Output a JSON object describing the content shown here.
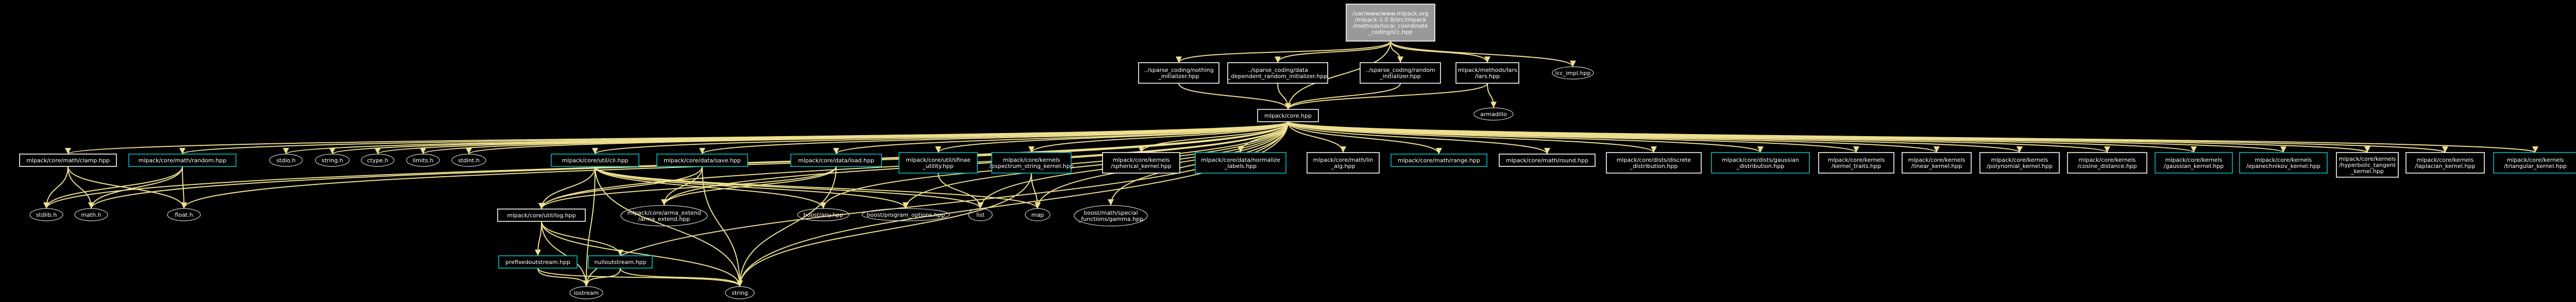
{
  "colors": {
    "background": "#000000",
    "edge": "#eddf8f",
    "root_fill": "#999999",
    "node_border": "#ffffff",
    "linked_node_border": "#00bfbf",
    "external_border": "#c8c8c8",
    "label": "#ffffff"
  },
  "nodes": [
    {
      "id": "root",
      "lines": [
        "/var/www/www.mlpack.org",
        "/mlpack-1.0.8/src/mlpack",
        "/methods/local_coordinate",
        "_coding/lcc.hpp"
      ],
      "kind": "root"
    },
    {
      "id": "lars_hpp",
      "lines": [
        "mlpack/methods/lars",
        "/lars.hpp"
      ],
      "kind": "node"
    },
    {
      "id": "lcc_impl",
      "lines": [
        "lcc_impl.hpp"
      ],
      "kind": "ext"
    },
    {
      "id": "sc_nothing",
      "lines": [
        "../sparse_coding/nothing",
        "_initializer.hpp"
      ],
      "kind": "node"
    },
    {
      "id": "sc_data_dep",
      "lines": [
        "../sparse_coding/data",
        "_dependent_random_initializer.hpp"
      ],
      "kind": "node"
    },
    {
      "id": "sc_random",
      "lines": [
        "../sparse_coding/random",
        "_initializer.hpp"
      ],
      "kind": "node"
    },
    {
      "id": "armadillo",
      "lines": [
        "armadillo"
      ],
      "kind": "ext"
    },
    {
      "id": "core",
      "lines": [
        "mlpack/core.hpp"
      ],
      "kind": "node"
    },
    {
      "id": "clamp",
      "lines": [
        "mlpack/core/math/clamp.hpp"
      ],
      "kind": "node"
    },
    {
      "id": "random",
      "lines": [
        "mlpack/core/math/random.hpp"
      ],
      "kind": "link"
    },
    {
      "id": "stdio",
      "lines": [
        "stdio.h"
      ],
      "kind": "ext"
    },
    {
      "id": "string_h",
      "lines": [
        "string.h"
      ],
      "kind": "ext"
    },
    {
      "id": "ctype",
      "lines": [
        "ctype.h"
      ],
      "kind": "ext"
    },
    {
      "id": "limits",
      "lines": [
        "limits.h"
      ],
      "kind": "ext"
    },
    {
      "id": "stdint",
      "lines": [
        "stdint.h"
      ],
      "kind": "ext"
    },
    {
      "id": "cli",
      "lines": [
        "mlpack/core/util/cli.hpp"
      ],
      "kind": "link"
    },
    {
      "id": "save",
      "lines": [
        "mlpack/core/data/save.hpp"
      ],
      "kind": "link"
    },
    {
      "id": "load",
      "lines": [
        "mlpack/core/data/load.hpp"
      ],
      "kind": "link"
    },
    {
      "id": "sfinae",
      "lines": [
        "mlpack/core/util/sfinae",
        "_utility.hpp"
      ],
      "kind": "link"
    },
    {
      "id": "pss",
      "lines": [
        "mlpack/core/kernels",
        "/pspectrum_string_kernel.hpp"
      ],
      "kind": "link"
    },
    {
      "id": "spherical",
      "lines": [
        "mlpack/core/kernels",
        "/spherical_kernel.hpp"
      ],
      "kind": "node"
    },
    {
      "id": "normalize",
      "lines": [
        "mlpack/core/data/normalize",
        "_labels.hpp"
      ],
      "kind": "link"
    },
    {
      "id": "lin_alg",
      "lines": [
        "mlpack/core/math/lin",
        "_alg.hpp"
      ],
      "kind": "node"
    },
    {
      "id": "range",
      "lines": [
        "mlpack/core/math/range.hpp"
      ],
      "kind": "link"
    },
    {
      "id": "round",
      "lines": [
        "mlpack/core/math/round.hpp"
      ],
      "kind": "node"
    },
    {
      "id": "discrete",
      "lines": [
        "mlpack/core/dists/discrete",
        "_distribution.hpp"
      ],
      "kind": "node"
    },
    {
      "id": "gaussian_dist",
      "lines": [
        "mlpack/core/dists/gaussian",
        "_distribution.hpp"
      ],
      "kind": "link"
    },
    {
      "id": "kernel_traits",
      "lines": [
        "mlpack/core/kernels",
        "/kernel_traits.hpp"
      ],
      "kind": "node"
    },
    {
      "id": "linear_k",
      "lines": [
        "mlpack/core/kernels",
        "/linear_kernel.hpp"
      ],
      "kind": "node"
    },
    {
      "id": "poly_k",
      "lines": [
        "mlpack/core/kernels",
        "/polynomial_kernel.hpp"
      ],
      "kind": "node"
    },
    {
      "id": "cosine_k",
      "lines": [
        "mlpack/core/kernels",
        "/cosine_distance.hpp"
      ],
      "kind": "node"
    },
    {
      "id": "gaussian_k",
      "lines": [
        "mlpack/core/kernels",
        "/gaussian_kernel.hpp"
      ],
      "kind": "link"
    },
    {
      "id": "epan_k",
      "lines": [
        "mlpack/core/kernels",
        "/epanechnikov_kernel.hpp"
      ],
      "kind": "link"
    },
    {
      "id": "hyper_k",
      "lines": [
        "mlpack/core/kernels",
        "/hyperbolic_tangent",
        "_kernel.hpp"
      ],
      "kind": "node"
    },
    {
      "id": "laplace_k",
      "lines": [
        "mlpack/core/kernels",
        "/laplacian_kernel.hpp"
      ],
      "kind": "node"
    },
    {
      "id": "tri_k",
      "lines": [
        "mlpack/core/kernels",
        "/triangular_kernel.hpp"
      ],
      "kind": "link"
    },
    {
      "id": "stdlib",
      "lines": [
        "stdlib.h"
      ],
      "kind": "ext"
    },
    {
      "id": "math_h",
      "lines": [
        "math.h"
      ],
      "kind": "ext"
    },
    {
      "id": "float_h",
      "lines": [
        "float.h"
      ],
      "kind": "ext"
    },
    {
      "id": "log",
      "lines": [
        "mlpack/core/util/log.hpp"
      ],
      "kind": "node"
    },
    {
      "id": "arma_extend",
      "lines": [
        "mlpack/core/arma_extend",
        "/arma_extend.hpp"
      ],
      "kind": "ext"
    },
    {
      "id": "boost_any",
      "lines": [
        "boost/any.hpp"
      ],
      "kind": "ext"
    },
    {
      "id": "boost_po",
      "lines": [
        "boost/program_options.hpp"
      ],
      "kind": "ext"
    },
    {
      "id": "list",
      "lines": [
        "list"
      ],
      "kind": "ext"
    },
    {
      "id": "map",
      "lines": [
        "map"
      ],
      "kind": "ext"
    },
    {
      "id": "gamma",
      "lines": [
        "boost/math/special",
        "_functions/gamma.hpp"
      ],
      "kind": "ext"
    },
    {
      "id": "prefixed",
      "lines": [
        "prefixedoutstream.hpp"
      ],
      "kind": "link"
    },
    {
      "id": "nulloutstream",
      "lines": [
        "nulloutstream.hpp"
      ],
      "kind": "link"
    },
    {
      "id": "iostream",
      "lines": [
        "iostream"
      ],
      "kind": "ext"
    },
    {
      "id": "string",
      "lines": [
        "string"
      ],
      "kind": "ext"
    }
  ],
  "edges": [
    [
      "root",
      "lars_hpp"
    ],
    [
      "root",
      "lcc_impl"
    ],
    [
      "root",
      "sc_nothing"
    ],
    [
      "root",
      "sc_data_dep"
    ],
    [
      "root",
      "sc_random"
    ],
    [
      "root",
      "core"
    ],
    [
      "lars_hpp",
      "armadillo"
    ],
    [
      "lars_hpp",
      "core"
    ],
    [
      "sc_nothing",
      "core"
    ],
    [
      "sc_data_dep",
      "core"
    ],
    [
      "sc_random",
      "core"
    ],
    [
      "core",
      "clamp"
    ],
    [
      "core",
      "random"
    ],
    [
      "core",
      "stdio"
    ],
    [
      "core",
      "string_h"
    ],
    [
      "core",
      "ctype"
    ],
    [
      "core",
      "limits"
    ],
    [
      "core",
      "stdint"
    ],
    [
      "core",
      "cli"
    ],
    [
      "core",
      "save"
    ],
    [
      "core",
      "load"
    ],
    [
      "core",
      "sfinae"
    ],
    [
      "core",
      "pss"
    ],
    [
      "core",
      "spherical"
    ],
    [
      "core",
      "normalize"
    ],
    [
      "core",
      "lin_alg"
    ],
    [
      "core",
      "range"
    ],
    [
      "core",
      "round"
    ],
    [
      "core",
      "discrete"
    ],
    [
      "core",
      "gaussian_dist"
    ],
    [
      "core",
      "kernel_traits"
    ],
    [
      "core",
      "linear_k"
    ],
    [
      "core",
      "poly_k"
    ],
    [
      "core",
      "cosine_k"
    ],
    [
      "core",
      "gaussian_k"
    ],
    [
      "core",
      "epan_k"
    ],
    [
      "core",
      "hyper_k"
    ],
    [
      "core",
      "laplace_k"
    ],
    [
      "core",
      "tri_k"
    ],
    [
      "core",
      "stdlib"
    ],
    [
      "core",
      "math_h"
    ],
    [
      "core",
      "float_h"
    ],
    [
      "core",
      "log"
    ],
    [
      "core",
      "arma_extend"
    ],
    [
      "core",
      "boost_any"
    ],
    [
      "core",
      "boost_po"
    ],
    [
      "core",
      "list"
    ],
    [
      "core",
      "map"
    ],
    [
      "core",
      "gamma"
    ],
    [
      "core",
      "iostream"
    ],
    [
      "core",
      "string"
    ],
    [
      "clamp",
      "stdlib"
    ],
    [
      "clamp",
      "math_h"
    ],
    [
      "clamp",
      "float_h"
    ],
    [
      "random",
      "stdlib"
    ],
    [
      "random",
      "math_h"
    ],
    [
      "random",
      "float_h"
    ],
    [
      "load",
      "log"
    ],
    [
      "load",
      "arma_extend"
    ],
    [
      "load",
      "string"
    ],
    [
      "save",
      "log"
    ],
    [
      "save",
      "arma_extend"
    ],
    [
      "save",
      "string"
    ],
    [
      "cli",
      "log"
    ],
    [
      "cli",
      "boost_any"
    ],
    [
      "cli",
      "boost_po"
    ],
    [
      "cli",
      "list"
    ],
    [
      "cli",
      "map"
    ],
    [
      "cli",
      "iostream"
    ],
    [
      "cli",
      "string"
    ],
    [
      "pss",
      "map"
    ],
    [
      "pss",
      "string"
    ],
    [
      "sfinae",
      "list"
    ],
    [
      "log",
      "prefixed"
    ],
    [
      "log",
      "nulloutstream"
    ],
    [
      "log",
      "iostream"
    ],
    [
      "log",
      "string"
    ],
    [
      "prefixed",
      "iostream"
    ],
    [
      "prefixed",
      "string"
    ],
    [
      "nulloutstream",
      "iostream"
    ],
    [
      "nulloutstream",
      "string"
    ]
  ]
}
